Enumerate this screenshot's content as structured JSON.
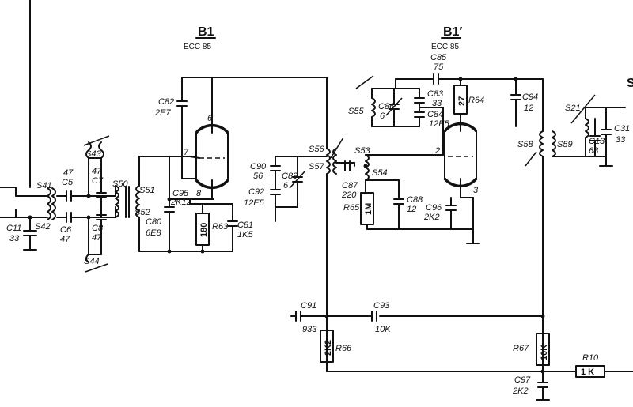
{
  "tubes": [
    {
      "name": "B1",
      "type": "ECC 85"
    },
    {
      "name": "B1′",
      "type": "ECC 85"
    }
  ],
  "labels": {
    "S41": "S41",
    "S42": "S42",
    "C11": "C11",
    "C11v": "33",
    "C5": "C5",
    "C5v": "47",
    "C6": "C6",
    "C6v": "47",
    "S43": "S43",
    "C7v": "47",
    "C7": "C7",
    "C8": "C8",
    "C8v": "47",
    "S44": "S44",
    "S50": "S50",
    "S51": "S51",
    "S52": "S52",
    "C82": "C82",
    "C82v": "2E7",
    "pin6": "6",
    "pin7": "7",
    "pin8": "8",
    "C95": "C95",
    "C95v": "2K12",
    "C80": "C80",
    "C80v": "6E8",
    "R63": "R63",
    "R63v": "180",
    "C81": "C81",
    "C81v": "1K5",
    "C90": "C90",
    "C90v": "56",
    "C89": "C89",
    "C89v": "6",
    "C92": "C92",
    "C92v": "12E5",
    "S56": "S56",
    "S57": "S57",
    "S53": "S53",
    "S54": "S54",
    "C87": "C87",
    "C87v": "220",
    "R65": "R65",
    "R65v": "1M",
    "C88": "C88",
    "C88v": "12",
    "C96": "C96",
    "C96v": "2K2",
    "C85": "C85",
    "C85v": "75",
    "S55": "S55",
    "C86": "C86",
    "C86v": "6",
    "C83": "C83",
    "C83v": "33",
    "C84": "C84",
    "C84v": "12E5",
    "R64": "R64",
    "R64v": "27",
    "pin2": "2",
    "pin3": "3",
    "C94": "C94",
    "C94v": "12",
    "S58": "S58",
    "S59": "S59",
    "S21": "S21",
    "C13": "C13",
    "C13v": "68",
    "C31": "C31",
    "C31v": "33",
    "Sx": "S",
    "C91": "C91",
    "C91v": "933",
    "C93": "C93",
    "C93v": "10K",
    "R66": "R66",
    "R66v": "2K2",
    "R67": "R67",
    "R67v": "10K",
    "R10": "R10",
    "R10v": "1 K",
    "C97": "C97",
    "C97v": "2K2"
  }
}
